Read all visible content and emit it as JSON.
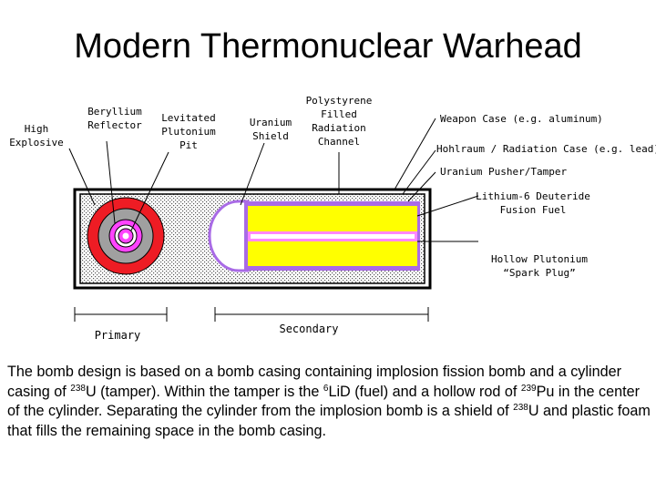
{
  "title": "Modern Thermonuclear Warhead",
  "labels": {
    "high_explosive": [
      "High",
      "Explosive"
    ],
    "beryllium_reflector": [
      "Beryllium",
      "Reflector"
    ],
    "levitated_pit": [
      "Levitated",
      "Plutonium",
      "Pit"
    ],
    "uranium_shield": [
      "Uranium",
      "Shield"
    ],
    "polystyrene": [
      "Polystyrene",
      "Filled",
      "Radiation",
      "Channel"
    ],
    "weapon_case": "Weapon Case (e.g. aluminum)",
    "hohlraum": "Hohlraum / Radiation Case (e.g. lead)",
    "pusher": "Uranium Pusher/Tamper",
    "lithium": [
      "Lithium-6 Deuteride",
      "Fusion Fuel"
    ],
    "spark_plug": [
      "Hollow Plutonium",
      "“Spark Plug”"
    ],
    "primary": "Primary",
    "secondary": "Secondary"
  },
  "caption": {
    "p1": "The bomb design is based on a bomb casing containing implosion fission bomb and a cylinder casing of ",
    "iso238a": "238",
    "p2": "U (tamper). Within the tamper is the ",
    "iso6": "6",
    "p3": "LiD (fuel) and a hollow rod of ",
    "iso239": "239",
    "p4": "Pu in the center of the cylinder. Separating the cylinder from the implosion bomb is a shield of ",
    "iso238b": "238",
    "p5": "U and plastic foam that fills the remaining space in the bomb casing."
  },
  "colors": {
    "high_explosive": "#ee1c24",
    "reflector": "#a0a0a0",
    "pit": "#ff44ff",
    "shield": "#a96be6",
    "fuel": "#ffff00",
    "spark_plug": "#ff88ff",
    "foam": "#e8e8e8"
  }
}
